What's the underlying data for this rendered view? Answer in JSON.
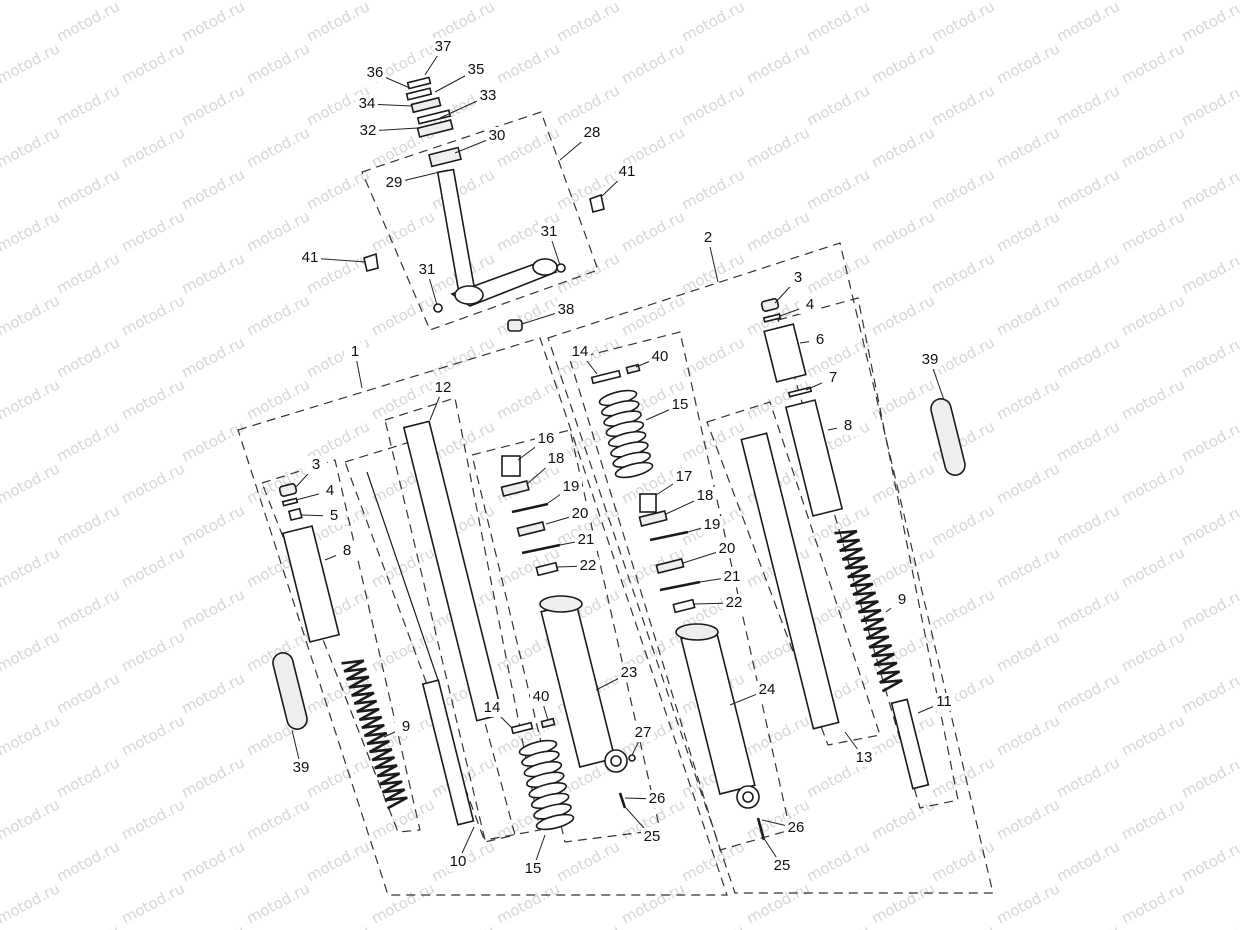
{
  "watermark": {
    "text": "motod.ru"
  },
  "colors": {
    "line": "#1a1a1a",
    "watermark": "#d7d7d7",
    "background": "#ffffff"
  },
  "callouts": [
    {
      "id": "c37",
      "label": "37"
    },
    {
      "id": "c36",
      "label": "36"
    },
    {
      "id": "c35",
      "label": "35"
    },
    {
      "id": "c34",
      "label": "34"
    },
    {
      "id": "c33",
      "label": "33"
    },
    {
      "id": "c32",
      "label": "32"
    },
    {
      "id": "c30",
      "label": "30"
    },
    {
      "id": "c28",
      "label": "28"
    },
    {
      "id": "c29",
      "label": "29"
    },
    {
      "id": "c41a",
      "label": "41"
    },
    {
      "id": "c41b",
      "label": "41"
    },
    {
      "id": "c31a",
      "label": "31"
    },
    {
      "id": "c31b",
      "label": "31"
    },
    {
      "id": "c2",
      "label": "2"
    },
    {
      "id": "c3a",
      "label": "3"
    },
    {
      "id": "c4a",
      "label": "4"
    },
    {
      "id": "c38",
      "label": "38"
    },
    {
      "id": "c6",
      "label": "6"
    },
    {
      "id": "c1",
      "label": "1"
    },
    {
      "id": "c14a",
      "label": "14"
    },
    {
      "id": "c40a",
      "label": "40"
    },
    {
      "id": "c39a",
      "label": "39"
    },
    {
      "id": "c7",
      "label": "7"
    },
    {
      "id": "c12",
      "label": "12"
    },
    {
      "id": "c15a",
      "label": "15"
    },
    {
      "id": "c8a",
      "label": "8"
    },
    {
      "id": "c16",
      "label": "16"
    },
    {
      "id": "c3b",
      "label": "3"
    },
    {
      "id": "c18a",
      "label": "18"
    },
    {
      "id": "c17",
      "label": "17"
    },
    {
      "id": "c4b",
      "label": "4"
    },
    {
      "id": "c19a",
      "label": "19"
    },
    {
      "id": "c18b",
      "label": "18"
    },
    {
      "id": "c5",
      "label": "5"
    },
    {
      "id": "c20a",
      "label": "20"
    },
    {
      "id": "c19b",
      "label": "19"
    },
    {
      "id": "c21a",
      "label": "21"
    },
    {
      "id": "c8b",
      "label": "8"
    },
    {
      "id": "c20b",
      "label": "20"
    },
    {
      "id": "c22a",
      "label": "22"
    },
    {
      "id": "c21b",
      "label": "21"
    },
    {
      "id": "c22b",
      "label": "22"
    },
    {
      "id": "c9a",
      "label": "9"
    },
    {
      "id": "c23",
      "label": "23"
    },
    {
      "id": "c24",
      "label": "24"
    },
    {
      "id": "c11",
      "label": "11"
    },
    {
      "id": "c40b",
      "label": "40"
    },
    {
      "id": "c14b",
      "label": "14"
    },
    {
      "id": "c9b",
      "label": "9"
    },
    {
      "id": "c27",
      "label": "27"
    },
    {
      "id": "c39b",
      "label": "39"
    },
    {
      "id": "c13",
      "label": "13"
    },
    {
      "id": "c26a",
      "label": "26"
    },
    {
      "id": "c26b",
      "label": "26"
    },
    {
      "id": "c25a",
      "label": "25"
    },
    {
      "id": "c10",
      "label": "10"
    },
    {
      "id": "c15b",
      "label": "15"
    },
    {
      "id": "c25b",
      "label": "25"
    }
  ]
}
